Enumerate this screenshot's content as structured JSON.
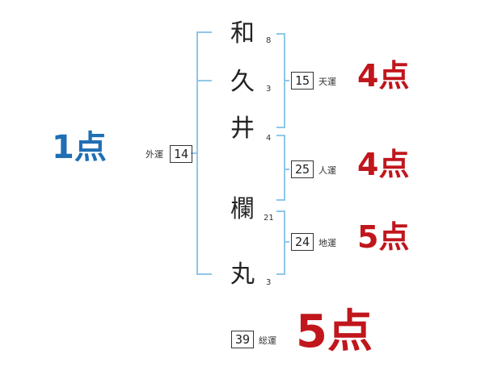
{
  "colors": {
    "bracket": "#8fc7e8",
    "blue_score": "#1f6fb5",
    "red_score": "#c0161c"
  },
  "left_score": "1点",
  "outer": {
    "label": "外運",
    "value": "14"
  },
  "characters": [
    {
      "char": "和",
      "strokes": "8"
    },
    {
      "char": "久",
      "strokes": "3"
    },
    {
      "char": "井",
      "strokes": "4"
    },
    {
      "char": "欄",
      "strokes": "21"
    },
    {
      "char": "丸",
      "strokes": "3"
    }
  ],
  "fortunes": [
    {
      "label": "天運",
      "value": "15",
      "score": "4点"
    },
    {
      "label": "人運",
      "value": "25",
      "score": "4点"
    },
    {
      "label": "地運",
      "value": "24",
      "score": "5点"
    }
  ],
  "total": {
    "label": "総運",
    "value": "39",
    "score": "5点"
  }
}
